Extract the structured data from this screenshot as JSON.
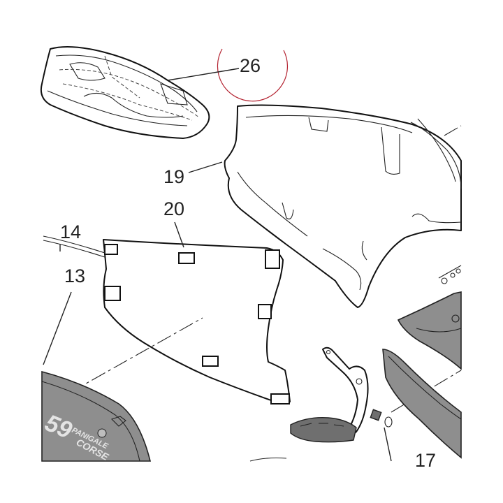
{
  "callouts": {
    "c26": "26",
    "c19": "19",
    "c20": "20",
    "c14": "14",
    "c13": "13",
    "c17": "17"
  },
  "logo": {
    "number": "59",
    "line1": "PANIGALE",
    "line2": "CORSE"
  },
  "colors": {
    "highlight_circle": "#b3212f",
    "line": "#111111",
    "panel_grey": "#8e8e8e"
  }
}
